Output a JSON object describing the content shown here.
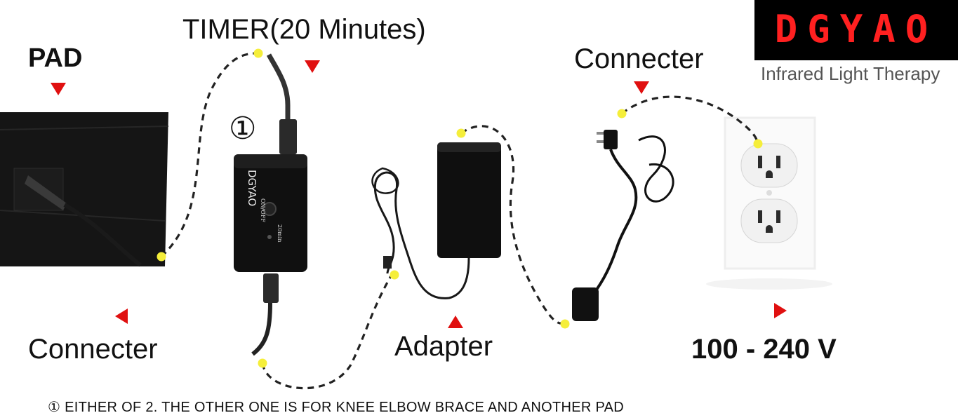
{
  "brand": {
    "name": "DGYAO",
    "tagline": "Infrared Light Therapy",
    "logo_color": "#ff2020"
  },
  "labels": {
    "pad": "PAD",
    "timer": "TIMER(20 Minutes)",
    "step_marker": "①",
    "connecter_left": "Connecter",
    "adapter": "Adapter",
    "connecter_right": "Connecter",
    "voltage": "100 - 240 V"
  },
  "device": {
    "brand_print": "DGYAO",
    "switch_label": "ON/OFF",
    "timer_print": "20min"
  },
  "footnote": "① EITHER OF 2. THE OTHER ONE IS FOR KNEE ELBOW BRACE AND ANOTHER PAD",
  "colors": {
    "arrow": "#e01010",
    "dot": "#f5ee3a",
    "dash": "#222222"
  }
}
